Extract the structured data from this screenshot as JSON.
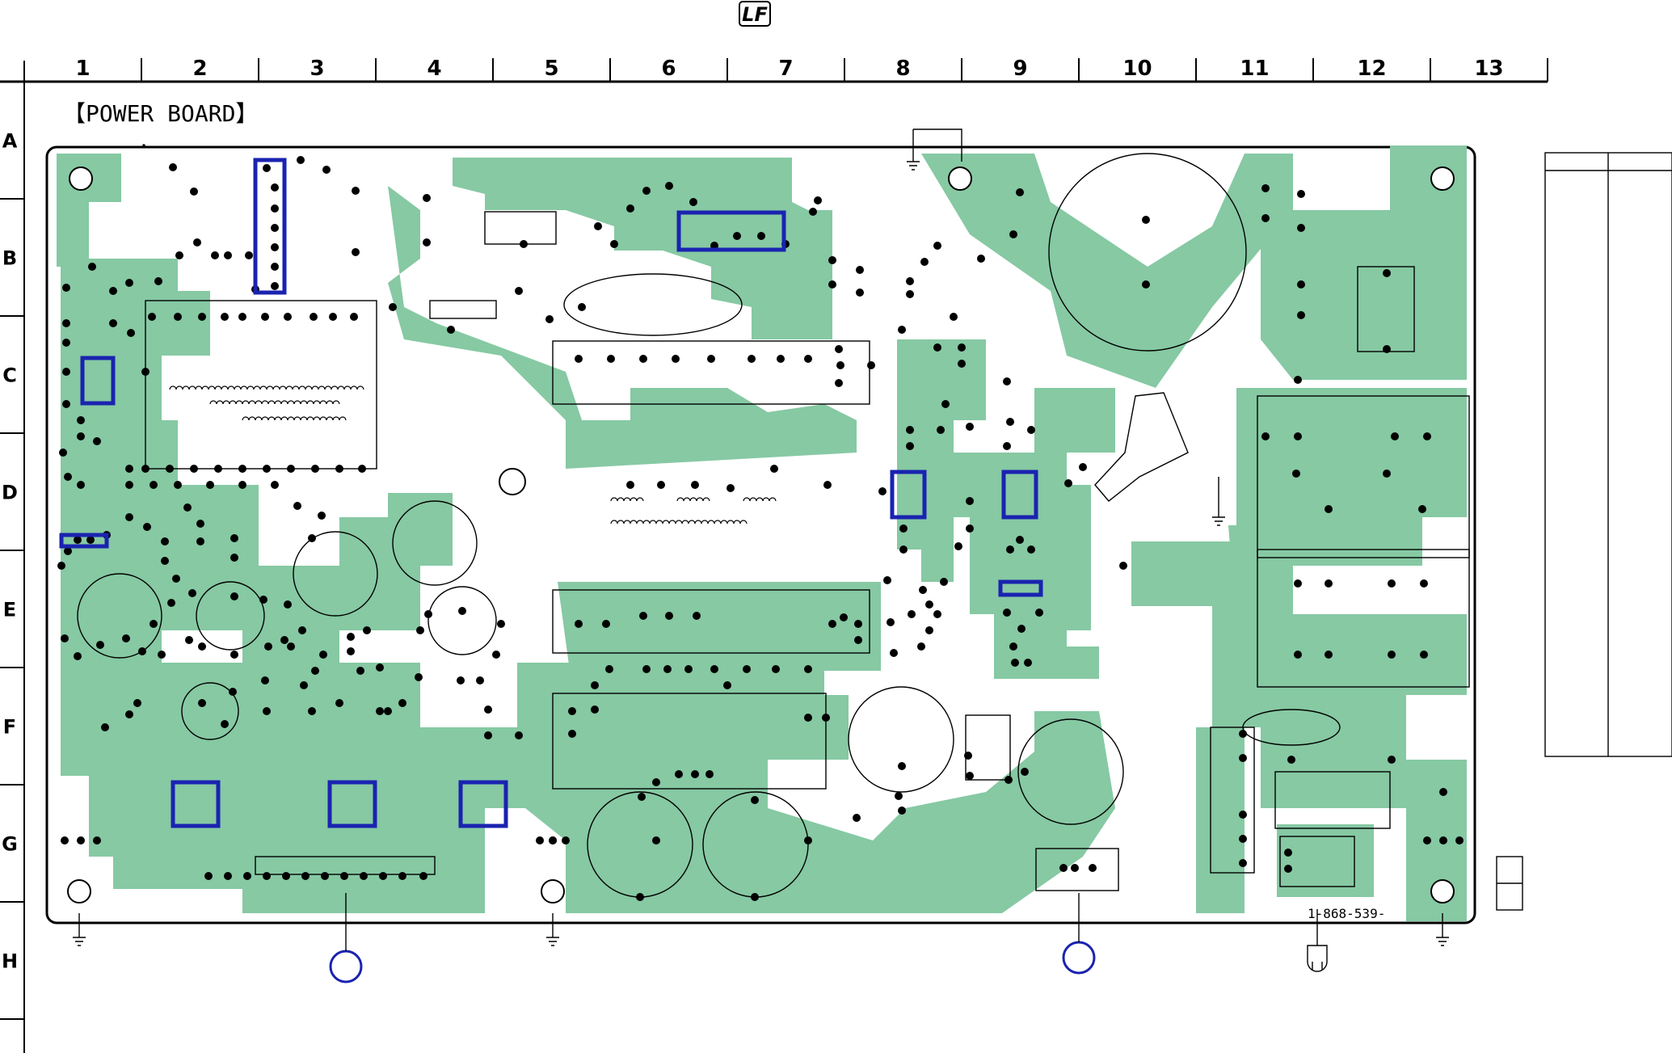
{
  "logo": {
    "text": "LF"
  },
  "board": {
    "title": "【POWER BOARD】",
    "part_number": "1-868-539-"
  },
  "grid": {
    "columns": [
      "1",
      "2",
      "3",
      "4",
      "5",
      "6",
      "7",
      "8",
      "9",
      "10",
      "11",
      "12",
      "13"
    ],
    "rows": [
      "A",
      "B",
      "C",
      "D",
      "E",
      "F",
      "G",
      "H"
    ]
  },
  "colors": {
    "copper": "#86c9a3",
    "highlight": "#1a23b0",
    "ink": "#000000",
    "background": "#ffffff"
  },
  "icons": [
    "ground-symbol-icon",
    "ac-plug-icon",
    "transformer-coil-icon",
    "diode-icon"
  ]
}
